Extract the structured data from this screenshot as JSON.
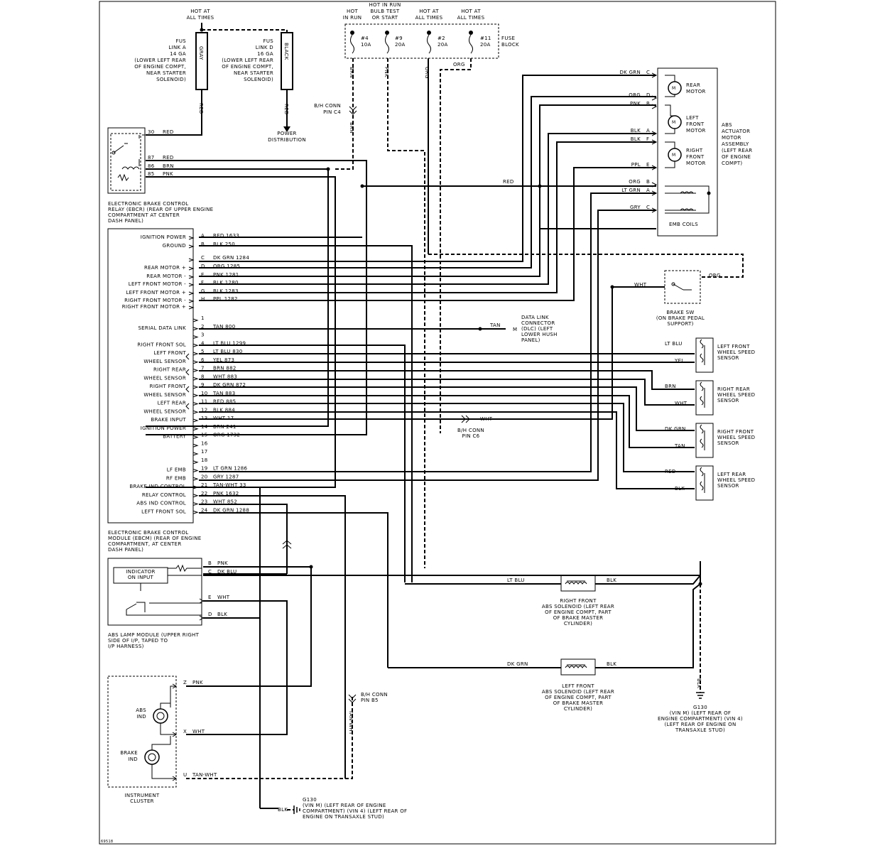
{
  "fuses": {
    "hot_all_times": [
      "HOT AT",
      "ALL TIMES"
    ],
    "link_a": [
      "FUS",
      "LINK A",
      "14 GA",
      "(LOWER LEFT REAR",
      "OF ENGINE COMPT,",
      "NEAR STARTER",
      "SOLENOID)"
    ],
    "link_d": [
      "FUS",
      "LINK D",
      "16 GA",
      "(LOWER LEFT REAR",
      "OF ENGINE COMPT,",
      "NEAR STARTER",
      "SOLENOID)"
    ],
    "gray": "GRAY",
    "black": "BLACK",
    "power_distribution": [
      "POWER",
      "DISTRIBUTION"
    ],
    "hot_in_run": [
      "HOT",
      "IN RUN"
    ],
    "hot_in_run_bulb": [
      "HOT IN RUN",
      "BULB TEST",
      "OR START"
    ],
    "hot_all_2": [
      "HOT AT",
      "ALL TIMES"
    ],
    "hot_all_3": [
      "HOT AT",
      "ALL TIMES"
    ],
    "fuse_block": [
      "FUSE",
      "BLOCK"
    ],
    "fuse_labels": [
      [
        "#4",
        "10A"
      ],
      [
        "#9",
        "20A"
      ],
      [
        "#2",
        "20A"
      ],
      [
        "#11",
        "20A"
      ]
    ],
    "bh_c4": [
      "B/H CONN",
      "PIN C4"
    ]
  },
  "relay": {
    "pins": [
      "30",
      "87",
      "86",
      "85"
    ],
    "wires": [
      "RED",
      "RED",
      "BRN",
      "PNK"
    ],
    "caption": [
      "ELECTRONIC BRAKE CONTROL",
      "RELAY (EBCR) (REAR OF UPPER ENGINE",
      "COMPARTMENT AT CENTER",
      "DASH PANEL)"
    ]
  },
  "ebcm": {
    "top_rows": [
      {
        "label": "IGNITION POWER",
        "pin": "A",
        "wire": "RED 1633"
      },
      {
        "label": "GROUND",
        "pin": "B",
        "wire": "BLK 250"
      },
      {
        "label": "",
        "pin": "C",
        "wire": "DK GRN 1284"
      },
      {
        "label": "REAR MOTOR +",
        "pin": "D",
        "wire": "ORG 1285"
      },
      {
        "label": "REAR MOTOR -",
        "pin": "E",
        "wire": "PNK 1281"
      },
      {
        "label": "LEFT FRONT MOTOR -",
        "pin": "F",
        "wire": "BLK 1280"
      },
      {
        "label": "LEFT FRONT MOTOR +",
        "pin": "G",
        "wire": "BLK 1283"
      },
      {
        "label": "RIGHT FRONT MOTOR -",
        "pin": "H",
        "wire": "PPL 1282"
      },
      {
        "label": "RIGHT FRONT MOTOR +",
        "pin": "",
        "wire": ""
      }
    ],
    "num_rows": [
      {
        "label": "",
        "pin": "1",
        "wire": ""
      },
      {
        "label": "SERIAL DATA LINK",
        "pin": "2",
        "wire": "TAN 800"
      },
      {
        "label": "",
        "pin": "3",
        "wire": ""
      },
      {
        "label": "RIGHT FRONT SOL",
        "pin": "4",
        "wire": "LT BLU 1299"
      },
      {
        "label": "LEFT FRONT",
        "pin": "5",
        "wire": "LT BLU 830"
      },
      {
        "label": "WHEEL SENSOR",
        "pin": "6",
        "wire": "YEL 873"
      },
      {
        "label": "RIGHT REAR",
        "pin": "7",
        "wire": "BRN 882"
      },
      {
        "label": "WHEEL SENSOR",
        "pin": "8",
        "wire": "WHT 883"
      },
      {
        "label": "RIGHT FRONT",
        "pin": "9",
        "wire": "DK GRN 872"
      },
      {
        "label": "WHEEL SENSOR",
        "pin": "10",
        "wire": "TAN 883"
      },
      {
        "label": "LEFT REAR",
        "pin": "11",
        "wire": "RED 885"
      },
      {
        "label": "WHEEL SENSOR",
        "pin": "12",
        "wire": "BLK 884"
      },
      {
        "label": "BRAKE INPUT",
        "pin": "13",
        "wire": "WHT 17"
      },
      {
        "label": "IGNITION POWER",
        "pin": "14",
        "wire": "BRN 241"
      },
      {
        "label": "BATTERY",
        "pin": "15",
        "wire": "ORG 1732"
      },
      {
        "label": "",
        "pin": "16",
        "wire": ""
      },
      {
        "label": "",
        "pin": "17",
        "wire": ""
      },
      {
        "label": "",
        "pin": "18",
        "wire": ""
      },
      {
        "label": "LF EMB",
        "pin": "19",
        "wire": "LT GRN 1286"
      },
      {
        "label": "RF EMB",
        "pin": "20",
        "wire": "GRY 1287"
      },
      {
        "label": "BRAKE IND CONTROL",
        "pin": "21",
        "wire": "TAN-WHT 33"
      },
      {
        "label": "RELAY CONTROL",
        "pin": "22",
        "wire": "PNK 1632"
      },
      {
        "label": "ABS IND CONTROL",
        "pin": "23",
        "wire": "WHT 852"
      },
      {
        "label": "LEFT FRONT SOL",
        "pin": "24",
        "wire": "DK GRN 1288"
      }
    ],
    "caption": [
      "ELECTRONIC BRAKE CONTROL",
      "MODULE (EBCM) (REAR OF ENGINE",
      "COMPARTMENT, AT CENTER",
      "DASH PANEL)"
    ]
  },
  "actuator": {
    "pins": [
      {
        "wire": "DK GRN",
        "pin": "C"
      },
      {
        "wire": "ORG",
        "pin": "D"
      },
      {
        "wire": "PNK",
        "pin": "B"
      },
      {
        "wire": "BLK",
        "pin": "A"
      },
      {
        "wire": "BLK",
        "pin": "F"
      },
      {
        "wire": "PPL",
        "pin": "E"
      },
      {
        "wire": "ORG",
        "pin": "B"
      },
      {
        "wire": "LT GRN",
        "pin": "A"
      },
      {
        "wire": "GRY",
        "pin": "C"
      }
    ],
    "rear_motor": [
      "REAR",
      "MOTOR"
    ],
    "left_front_motor": [
      "LEFT",
      "FRONT",
      "MOTOR"
    ],
    "right_front_motor": [
      "RIGHT",
      "FRONT",
      "MOTOR"
    ],
    "emb_coils": "EMB COILS",
    "caption": [
      "ABS",
      "ACTUATOR",
      "MOTOR",
      "ASSEMBLY",
      "(LEFT REAR",
      "OF ENGINE",
      "COMPT)"
    ],
    "red": "RED"
  },
  "brake_sw": {
    "wht": "WHT",
    "org": "ORG",
    "caption": [
      "BRAKE SW",
      "(ON BRAKE PEDAL",
      "SUPPORT)"
    ]
  },
  "dlc": {
    "tan": "TAN",
    "pin": "M",
    "caption": [
      "DATA LINK",
      "CONNECTOR",
      "(DLC) (LEFT",
      "LOWER HUSH",
      "PANEL)"
    ]
  },
  "wheel_sensors": [
    {
      "wires": [
        "LT BLU",
        "YEL"
      ],
      "caption": [
        "LEFT FRONT",
        "WHEEL SPEED",
        "SENSOR"
      ]
    },
    {
      "wires": [
        "BRN",
        "WHT"
      ],
      "caption": [
        "RIGHT REAR",
        "WHEEL SPEED",
        "SENSOR"
      ]
    },
    {
      "wires": [
        "DK GRN",
        "TAN"
      ],
      "caption": [
        "RIGHT FRONT",
        "WHEEL SPEED",
        "SENSOR"
      ]
    },
    {
      "wires": [
        "RED",
        "BLK"
      ],
      "caption": [
        "LEFT REAR",
        "WHEEL SPEED",
        "SENSOR"
      ]
    }
  ],
  "bh_c6": {
    "wht": "WHT",
    "caption": [
      "B/H CONN",
      "PIN C6"
    ]
  },
  "lamp_module": {
    "box": [
      "INDICATOR",
      "ON INPUT"
    ],
    "rows": [
      {
        "pin": "B",
        "wire": "PNK"
      },
      {
        "pin": "C",
        "wire": "DK BLU"
      },
      {
        "pin": "E",
        "wire": "WHT"
      },
      {
        "pin": "D",
        "wire": "BLK"
      }
    ],
    "caption": [
      "ABS LAMP MODULE (UPPER RIGHT",
      "SIDE OF I/P, TAPED TO",
      "I/P HARNESS)"
    ]
  },
  "solenoids": {
    "rf": {
      "in": "LT BLU",
      "out": "BLK",
      "caption": [
        "RIGHT FRONT",
        "ABS SOLENOID (LEFT REAR",
        "OF ENGINE COMPT, PART",
        "OF BRAKE MASTER",
        "CYLINDER)"
      ]
    },
    "lf": {
      "in": "DK GRN",
      "out": "BLK",
      "caption": [
        "LEFT FRONT",
        "ABS SOLENOID (LEFT REAR",
        "OF ENGINE COMPT, PART",
        "OF BRAKE MASTER",
        "CYLINDER)"
      ]
    }
  },
  "ground_right": {
    "blk": "BLK",
    "caption": [
      "G130",
      "(VIN M) (LEFT REAR OF",
      "ENGINE COMPARTMENT) (VIN 4)",
      "(LEFT REAR OF ENGINE ON",
      "TRANSAXLE STUD)"
    ]
  },
  "cluster": {
    "rows": [
      {
        "pin": "Z",
        "wire": "PNK"
      },
      {
        "pin": "X",
        "wire": "WHT"
      },
      {
        "pin": "U",
        "wire": "TAN-WHT"
      }
    ],
    "abs_ind": [
      "ABS",
      "IND"
    ],
    "brake_ind": [
      "BRAKE",
      "IND"
    ],
    "caption": [
      "INSTRUMENT",
      "CLUSTER"
    ]
  },
  "bh_b5": {
    "caption": [
      "B/H CONN",
      "PIN B5"
    ],
    "tan_wht": "TAN-WHT"
  },
  "ground_bottom": {
    "blk": "BLK",
    "caption": [
      "G130",
      "(VIN M) (LEFT REAR OF ENGINE",
      "COMPARTMENT) (VIN 4) (LEFT REAR OF",
      "ENGINE ON TRANSAXLE STUD)"
    ]
  },
  "wire_labels": {
    "brn_v": "BRN",
    "pnk_v": "PNK",
    "org_v": "ORG",
    "org_h": "ORG",
    "red_a": "RED",
    "red_d": "RED",
    "brn_relay": "BRN"
  },
  "footer": "69518"
}
